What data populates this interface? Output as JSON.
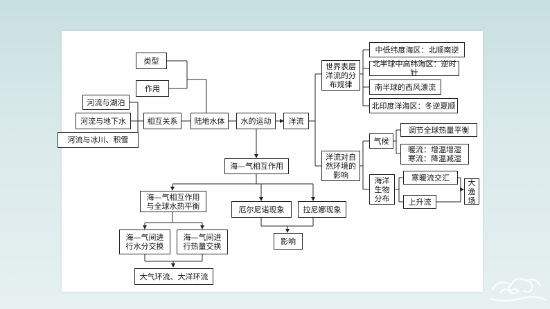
{
  "diagram": {
    "nodes": {
      "type": "类型",
      "function": "作用",
      "river_lake": "河流与湖泊",
      "river_groundwater": "河流与地下水",
      "river_glacier": "河流与冰川、积雪",
      "interrelation": "相互关系",
      "land_water": "陆地水体",
      "water_movement": "水的运动",
      "ocean_current": "洋流",
      "world_surface": "世界表层\n洋流的分\n布规律",
      "rule_1": "中低纬度海区：北顺南逆",
      "rule_2": "北半球中高纬海区：逆时针",
      "rule_3": "南半球的西风漂流",
      "rule_4": "北印度洋海区：冬逆夏顺",
      "impact_env": "洋流对自\n然环境的\n影响",
      "climate": "气候",
      "climate_1": "调节全球热量平衡",
      "climate_2": "暖流：增温增湿\n寒流：降温减湿",
      "marine_bio": "海洋\n生物\n分布",
      "cold_warm": "寒暖流交汇",
      "upwelling": "上升流",
      "fishery": "大渔\n场",
      "sea_air": "海—气相互作用",
      "sea_air_balance": "海—气相互作用\n与全球水热平衡",
      "water_exchange": "海—气间进\n行水分交换",
      "heat_exchange": "海—气间进\n行热量交换",
      "circulation": "大气环流、大洋环流",
      "el_nino": "厄尔尼诺现象",
      "la_nina": "拉尼娜现象",
      "influence": "影响"
    }
  }
}
